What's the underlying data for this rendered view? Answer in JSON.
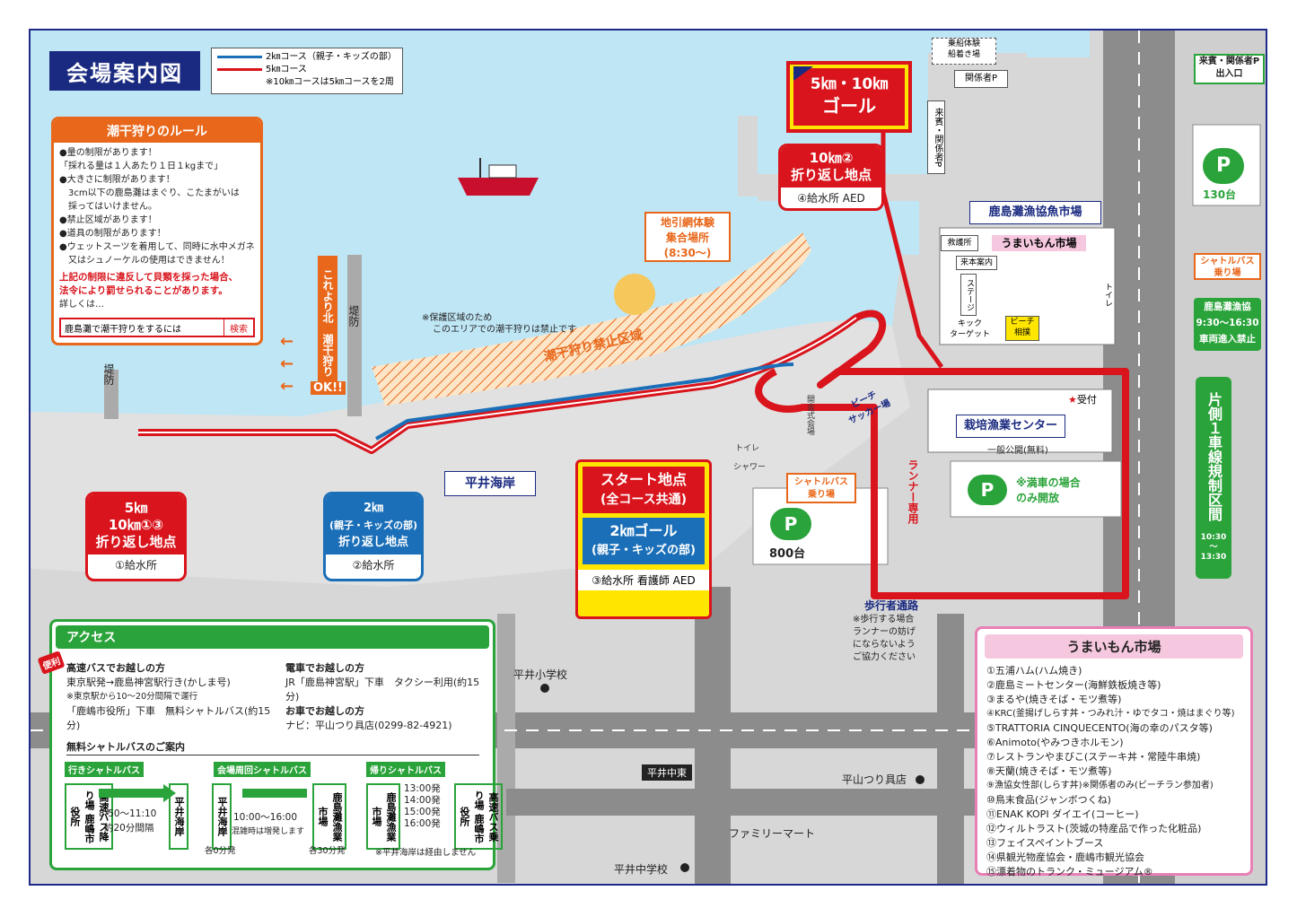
{
  "title": "会場案内図",
  "legend": {
    "line2km": "2㎞コース（親子・キッズの部）",
    "line5km": "5㎞コース",
    "note": "※10㎞コースは5㎞コースを2周",
    "color2km": "#1a6fb8",
    "color5km": "#d9141c"
  },
  "rules": {
    "heading": "潮干狩りのルール",
    "lines": [
      "●量の制限があります！",
      "「採れる量は１人あたり１日１kgまで」",
      "●大きさに制限があります！",
      "　3cm以下の鹿島灘はまぐり、こたまがいは",
      "　採ってはいけません。",
      "●禁止区域があります！",
      "●道具の制限があります！",
      "●ウェットスーツを着用して、同時に水中メガネ",
      "　又はシュノーケルの使用はできません！"
    ],
    "warning1": "上記の制限に違反して貝類を採った場合、",
    "warning2": "法令により罰せられることがあります。",
    "details": "詳しくは…",
    "search_query": "鹿島灘で潮干狩りをするには",
    "search_button": "検索"
  },
  "map_labels": {
    "north_sign": "これより北　潮干狩り",
    "ok": "OK!!",
    "breakwater": "堤防",
    "protected_note1": "※保護区域のため",
    "protected_note2": "このエリアでの潮干狩りは禁止です",
    "forbidden_zone": "潮干狩り禁止区域",
    "net_fishing": "地引網体験\n集合場所\n(8:30〜)",
    "hirai_coast": "平井海岸",
    "beach_soccer": "ビーチ\nサッカー場",
    "opening_ceremony": "開会式会場",
    "runner_only": "ランナー専用",
    "shuttle_stop": "シャトルバス\n乗り場",
    "parking_800": "800台",
    "pedestrian": "歩行者通路",
    "pedestrian_note": "※歩行する場合\nランナーの妨げ\nにならないよう\nご協力ください",
    "parking_full_note": "※満車の場合\nのみ開放",
    "boat_dock": "乗船体験\n船着き場",
    "staff_parking": "関係者P",
    "guest_vertical": "来賓・関係者P",
    "guest_entrance": "来賓・関係者P\n出入口",
    "parking_130": "130台",
    "fish_market": "鹿島灘漁協魚市場",
    "umaimon_market": "うまいもん市場",
    "first_aid": "救護所",
    "guest_seats": "来本案内",
    "stage": "ステージ",
    "toilet": "トイレ",
    "kick_target": "キック\nターゲット",
    "beach_sumo": "ビーチ\n相撲",
    "reception": "受付",
    "cultivation_center": "栽培漁業センター",
    "public_free": "一般公開(無料)",
    "shuttle_stop_right": "シャトルバス\n乗り場",
    "fisheries_coop": "鹿島灘漁協\n9:30〜16:30\n車両進入禁止",
    "one_lane": "片側１車線規制区間",
    "one_lane_time": "10:30\n〜\n13:30",
    "hirai_elementary": "平井小学校",
    "hirai_nakahigashi": "平井中東",
    "hirayama_tackle": "平山つり具店",
    "family_mart": "ファミリーマート",
    "hirai_junior_high": "平井中学校",
    "toilet_small": "トイレ",
    "shower": "シャワー",
    "parking_symbol": "P"
  },
  "callouts": {
    "goal_5_10": {
      "line1": "5㎞・10㎞",
      "line2": "ゴール"
    },
    "turn_10_2": {
      "line1": "10㎞②",
      "line2": "折り返し地点",
      "sub": "④給水所 AED"
    },
    "turn_5_10": {
      "line1": "5㎞",
      "line2": "10㎞①③",
      "line3": "折り返し地点",
      "sub": "①給水所"
    },
    "turn_2": {
      "line1": "2㎞",
      "line2": "(親子・キッズの部)",
      "line3": "折り返し地点",
      "sub": "②給水所"
    },
    "start": {
      "line1": "スタート地点",
      "line2": "(全コース共通)",
      "goal1": "2㎞ゴール",
      "goal2": "(親子・キッズの部)",
      "sub": "③給水所 看護師 AED"
    }
  },
  "access": {
    "heading": "アクセス",
    "badge": "便利",
    "bus_title": "高速バスでお越しの方",
    "bus_line1": "東京駅発→鹿島神宮駅行き(かしま号)",
    "bus_line2": "※東京駅から10〜20分間隔で運行",
    "bus_line3": "「鹿嶋市役所」下車　無料シャトルバス(約15分)",
    "train_title": "電車でお越しの方",
    "train_line": "JR「鹿島神宮駅」下車　タクシー利用(約15分)",
    "car_title": "お車でお越しの方",
    "car_line": "ナビ：平山つり具店(0299-82-4921)",
    "shuttle_title": "無料シャトルバスのご案内",
    "outbound": {
      "tag": "行きシャトルバス",
      "from": "高速バス降り場 鹿嶋市役所",
      "to": "平井海岸",
      "time": "8:50〜11:10",
      "interval": "約20分間隔"
    },
    "loop": {
      "tag": "会場周回シャトルバス",
      "from": "平井海岸",
      "to": "鹿島灘漁業市場",
      "time": "10:00〜16:00",
      "note": "混雑時は増発します",
      "from_note": "各0分発",
      "to_note": "各30分発"
    },
    "return": {
      "tag": "帰りシャトルバス",
      "from": "鹿島灘漁業市場",
      "to": "高速バス乗り場 鹿嶋市役所",
      "times": [
        "13:00発",
        "14:00発",
        "15:00発",
        "16:00発"
      ],
      "note": "※平井海岸は経由しません"
    }
  },
  "market": {
    "heading": "うまいもん市場",
    "items": [
      "①五浦ハム(ハム焼き)",
      "②鹿島ミートセンター(海鮮鉄板焼き等)",
      "③まるや(焼きそば・モツ煮等)",
      "④KRC(釜揚げしらす丼・つみれ汁・ゆでタコ・焼はまぐり等)",
      "⑤TRATTORIA CINQUECENTO(海の幸のパスタ等)",
      "⑥Animoto(やみつきホルモン)",
      "⑦レストランやまびこ(ステーキ丼・常陸牛串焼)",
      "⑧天蘭(焼きそば・モツ煮等)",
      "⑨漁協女性部(しらす丼)※関係者のみ(ビーチラン参加者)",
      "⑩鳥末食品(ジャンボつくね)",
      "⑪ENAK KOPI ダイエイ(コーヒー)",
      "⑫ウィルトラスト(茨城の特産品で作った化粧品)",
      "⑬フェイスペイントブース",
      "⑭県観光物産協会・鹿嶋市観光協会",
      "⑮漂着物のトランク・ミュージアム®"
    ]
  },
  "colors": {
    "sea": "#bfe6f5",
    "sand": "#d8d8d8",
    "road": "#8c8c8c",
    "red": "#d9141c",
    "blue": "#1a6fb8",
    "green": "#2aa33a",
    "navy": "#1a2a80",
    "orange": "#e8671a"
  }
}
